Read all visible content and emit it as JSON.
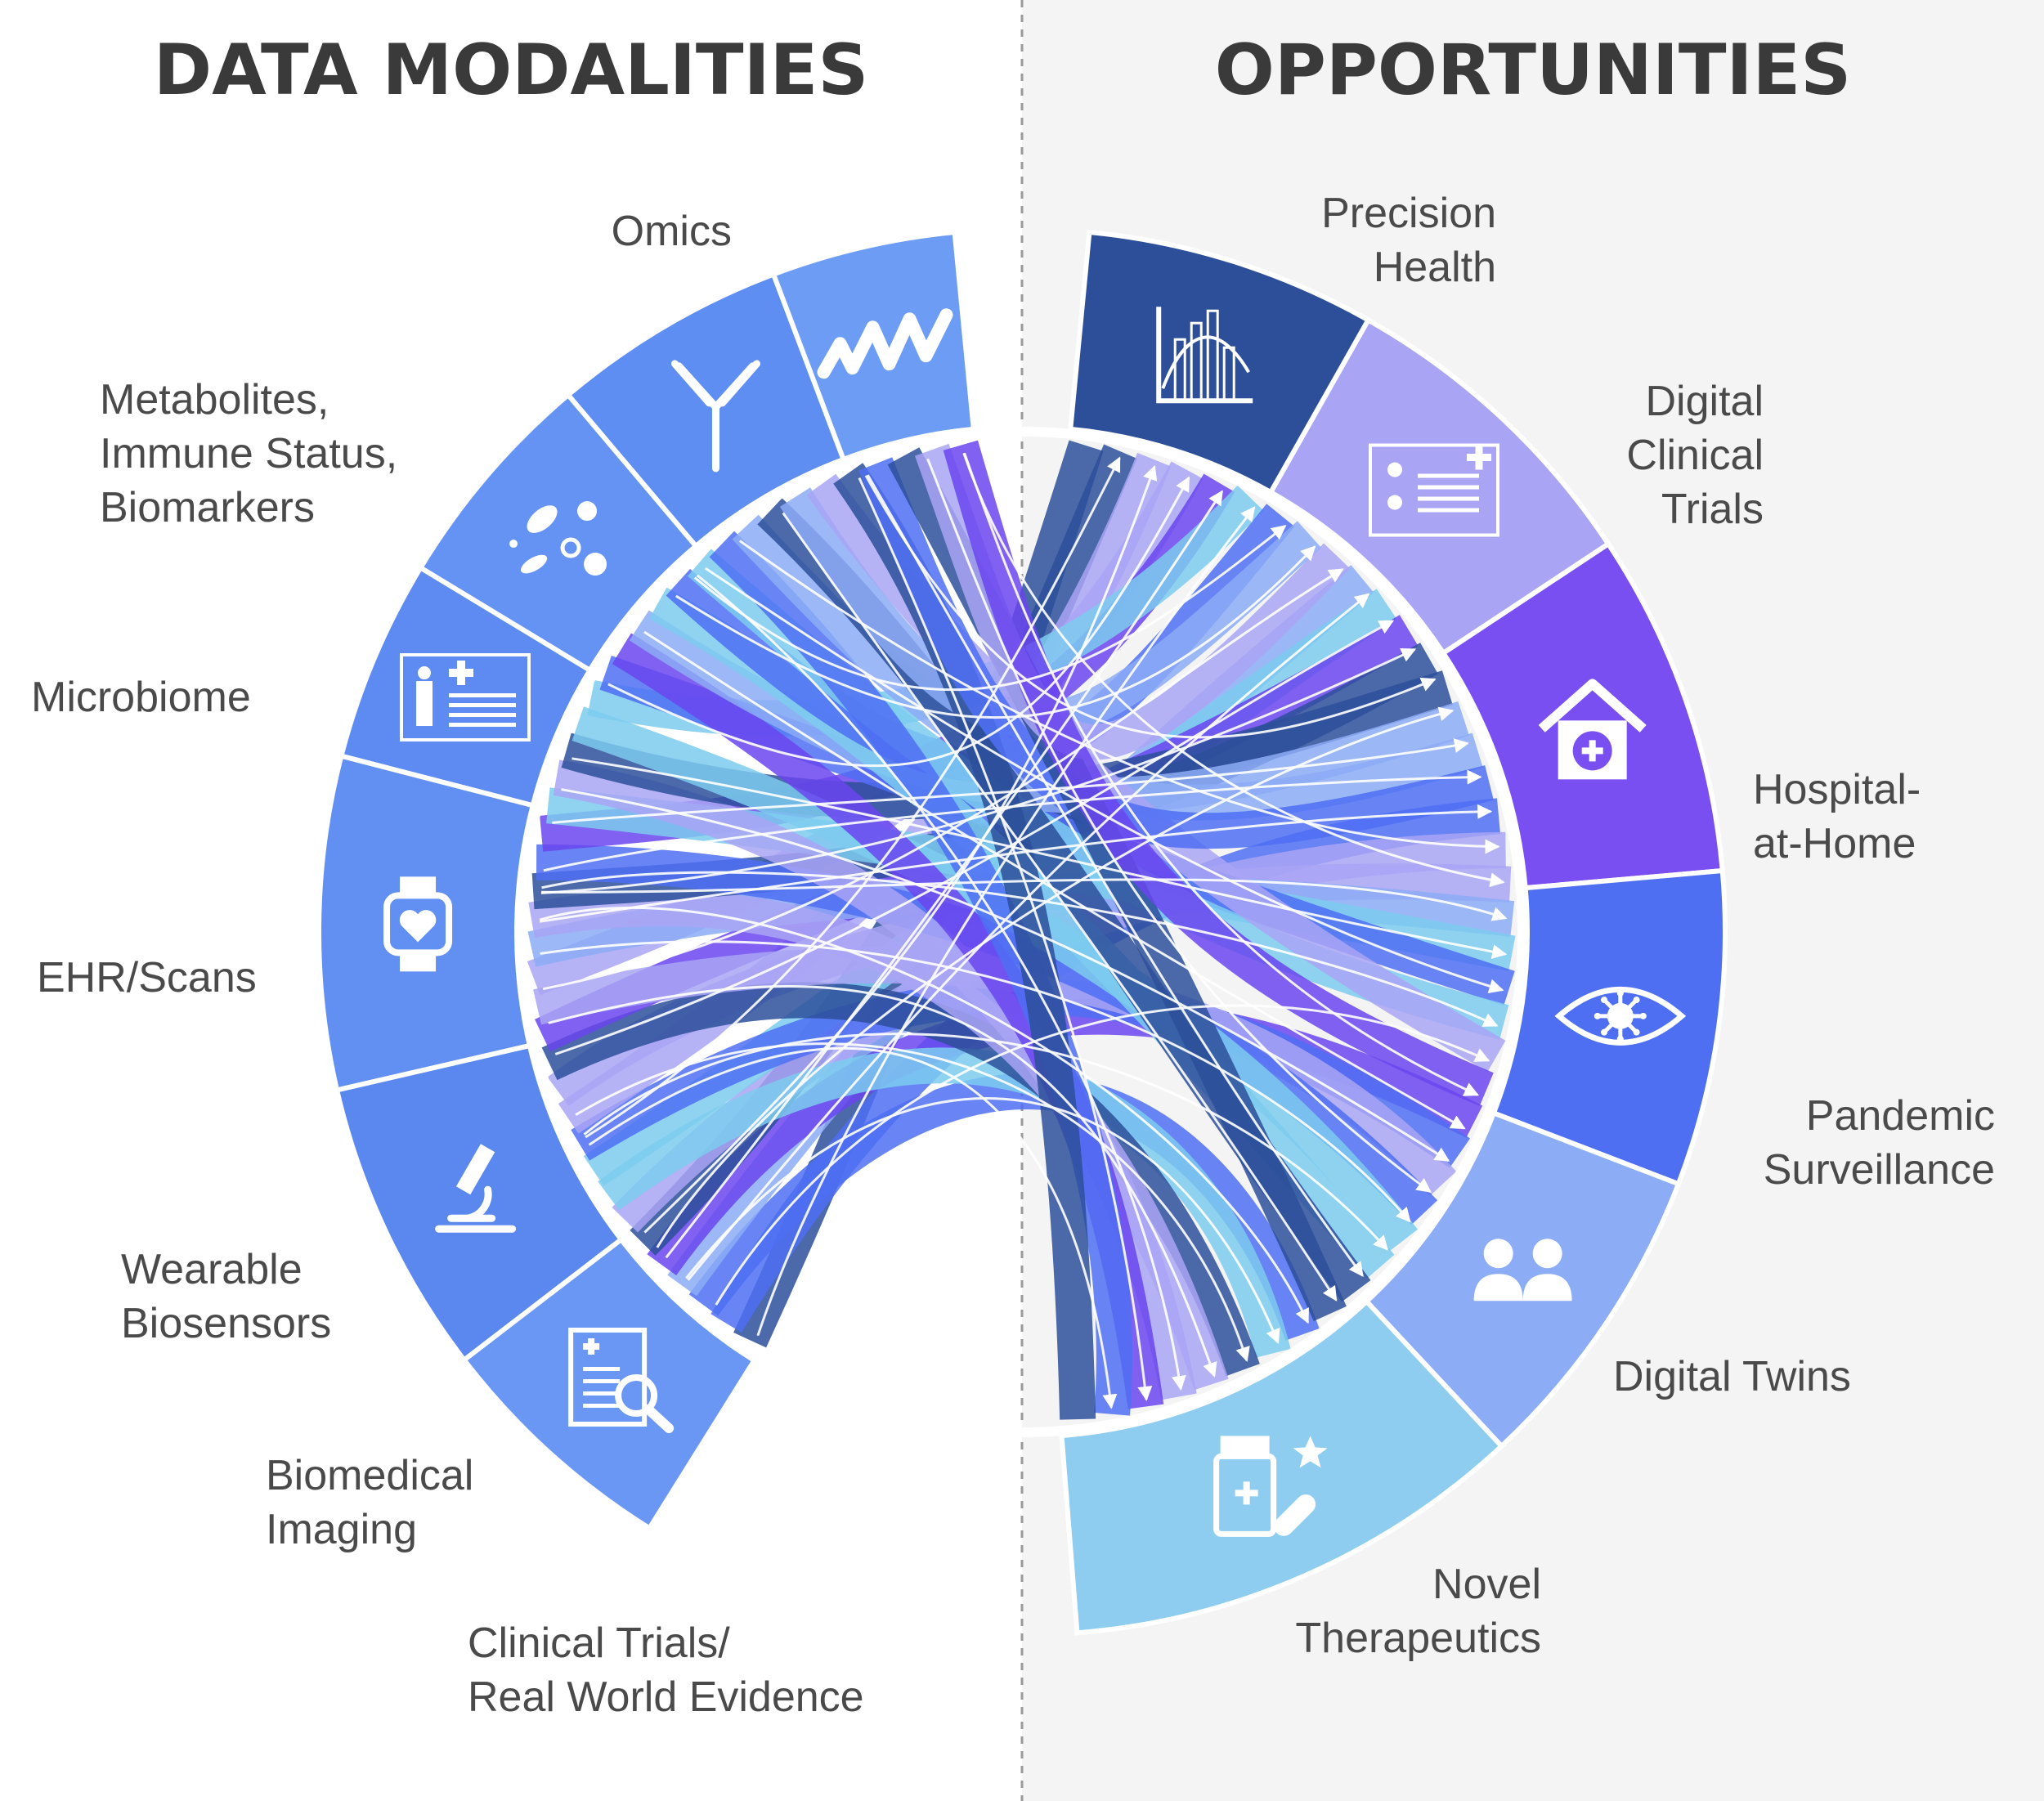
{
  "headings": {
    "left": "DATA MODALITIES",
    "right": "OPPORTUNITIES"
  },
  "modalities": [
    {
      "id": "omics",
      "lines": [
        "Omics"
      ],
      "icon": "omics-wave-icon",
      "color": "#6d9cf5"
    },
    {
      "id": "metabolites",
      "lines": [
        "Metabolites,",
        "Immune Status,",
        "Biomarkers"
      ],
      "icon": "antibody-icon",
      "color": "#5f8ef3"
    },
    {
      "id": "microbiome",
      "lines": [
        "Microbiome"
      ],
      "icon": "microbes-icon",
      "color": "#6593f4"
    },
    {
      "id": "ehr",
      "lines": [
        "EHR/Scans"
      ],
      "icon": "health-record-icon",
      "color": "#5d8bf1"
    },
    {
      "id": "wearable",
      "lines": [
        "Wearable",
        "Biosensors"
      ],
      "icon": "smartwatch-heart-icon",
      "color": "#628ff2"
    },
    {
      "id": "imaging",
      "lines": [
        "Biomedical",
        "Imaging"
      ],
      "icon": "microscope-icon",
      "color": "#5a88ef"
    },
    {
      "id": "trials",
      "lines": [
        "Clinical Trials/",
        "Real World Evidence"
      ],
      "icon": "clipboard-search-icon",
      "color": "#6a97f3"
    }
  ],
  "opportunities": [
    {
      "id": "precision",
      "lines": [
        "Precision",
        "Health"
      ],
      "icon": "bar-chart-icon",
      "color": "#2d4f9a"
    },
    {
      "id": "digital-trials",
      "lines": [
        "Digital",
        "Clinical",
        "Trials"
      ],
      "icon": "trial-card-icon",
      "color": "#a9a4f4"
    },
    {
      "id": "hospital",
      "lines": [
        "Hospital-",
        "at-Home"
      ],
      "icon": "house-plus-icon",
      "color": "#7a4ff2"
    },
    {
      "id": "pandemic",
      "lines": [
        "Pandemic",
        "Surveillance"
      ],
      "icon": "eye-virus-icon",
      "color": "#4f6ff3"
    },
    {
      "id": "twins",
      "lines": [
        "Digital Twins"
      ],
      "icon": "two-people-icon",
      "color": "#8cacf6"
    },
    {
      "id": "therapeutics",
      "lines": [
        "Novel",
        "Therapeutics"
      ],
      "icon": "medicine-bottle-icon",
      "color": "#8ecdf0"
    }
  ],
  "colors": {
    "left_background": "#ffffff",
    "right_background": "#f4f4f4",
    "divider": "#9a9a9a",
    "flow_palette": [
      "#2d4f9a",
      "#a9a4f4",
      "#6a45ee",
      "#4f6ff3",
      "#8cacf6",
      "#7ccbee"
    ]
  }
}
